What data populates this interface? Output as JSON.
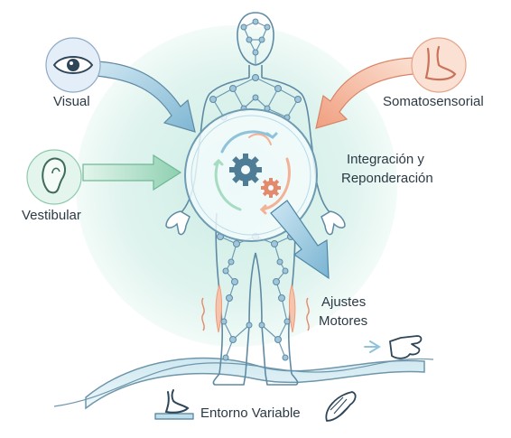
{
  "labels": {
    "visual": "Visual",
    "somatosensorial": "Somatosensorial",
    "vestibular": "Vestibular",
    "integracion_line1": "Integración y",
    "integracion_line2": "Reponderación",
    "ajustes_line1": "Ajustes",
    "ajustes_line2": "Motores",
    "entorno": "Entorno Variable"
  },
  "colors": {
    "halo": "#d6efe8",
    "arrow_blue": "#8fc3dc",
    "arrow_green": "#a8dcc2",
    "arrow_peach": "#f3b197",
    "figure_line": "#5f8aa3",
    "node_fill": "#9fc6da",
    "text": "#2c3a45",
    "muscle": "#ef9a7a",
    "ground": "#bfe0ea"
  },
  "icons": [
    "eye-icon",
    "foot-icon",
    "ear-icon",
    "gears-icon",
    "hand-icon",
    "foot-surface-icon",
    "muscle-icon"
  ]
}
